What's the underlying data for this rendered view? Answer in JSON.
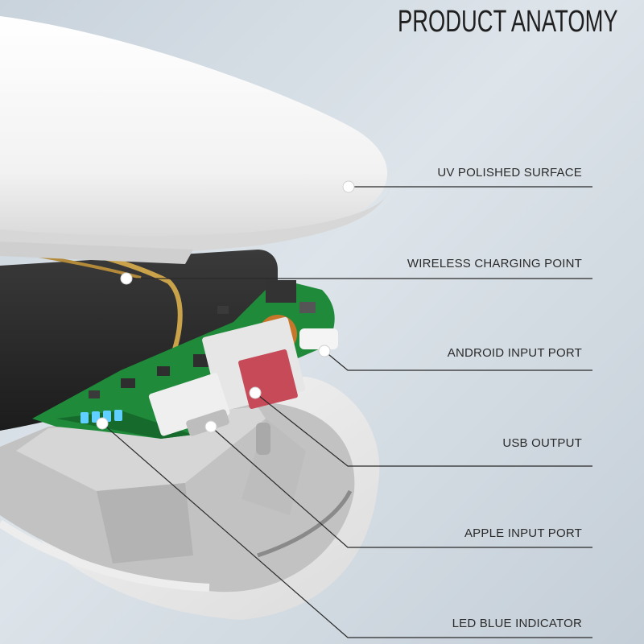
{
  "title": "PRODUCT ANATOMY",
  "callouts": [
    {
      "id": "uv",
      "label": "UV POLISHED SURFACE"
    },
    {
      "id": "wireless",
      "label": "WIRELESS CHARGING POINT"
    },
    {
      "id": "android",
      "label": "ANDROID INPUT PORT"
    },
    {
      "id": "usb",
      "label": "USB OUTPUT"
    },
    {
      "id": "apple",
      "label": "APPLE INPUT PORT"
    },
    {
      "id": "led",
      "label": "LED BLUE INDICATOR"
    }
  ],
  "colors": {
    "shell": "#f4f4f4",
    "battery": "#2a2a2a",
    "pcb": "#1f8a3a",
    "coil": "#c9a24a",
    "usb_port": "#c64a58",
    "led": "#5fd0ff",
    "line": "#2a2a2a"
  }
}
